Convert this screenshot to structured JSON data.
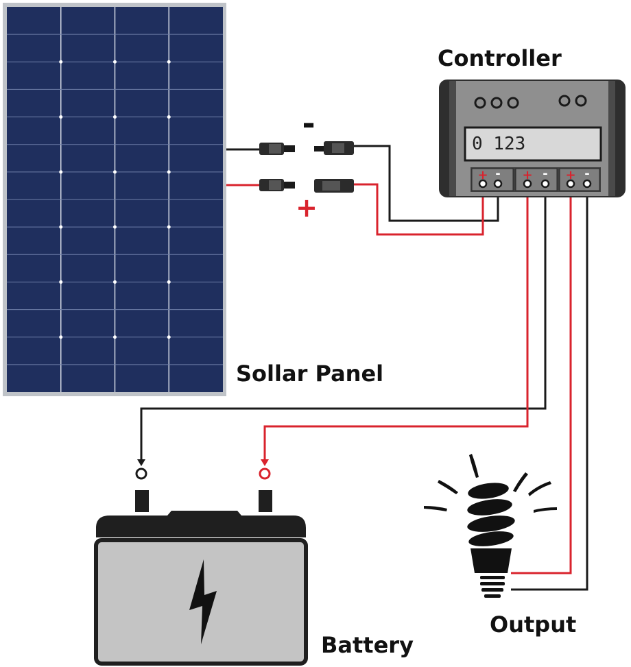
{
  "labels": {
    "controller": "Controller",
    "panel": "Sollar Panel",
    "battery": "Battery",
    "output": "Output"
  },
  "controller": {
    "display": "0 123",
    "terminal_plus": "+",
    "terminal_minus": "-"
  },
  "connector_signs": {
    "minus": "-",
    "plus": "+"
  },
  "colors": {
    "panel": "#1f2f5e",
    "wire_negative": "#1a1a1a",
    "wire_positive": "#d9232d",
    "controller_body": "#3a3a3a",
    "battery_case": "#c4c4c4"
  },
  "icons": [
    "solar-panel-icon",
    "charge-controller-icon",
    "battery-icon",
    "lightning-bolt-icon",
    "light-bulb-icon",
    "mc4-connector-icon"
  ]
}
